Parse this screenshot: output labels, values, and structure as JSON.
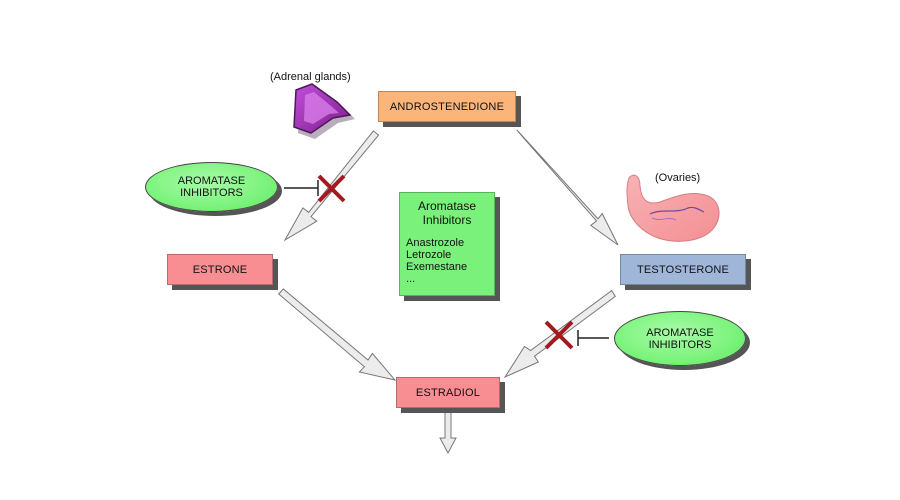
{
  "nodes": {
    "androstenedione": "ANDROSTENEDIONE",
    "estrone": "ESTRONE",
    "testosterone": "TESTOSTERONE",
    "estradiol": "ESTRADIOL"
  },
  "labels": {
    "adrenal": "(Adrenal glands)",
    "ovaries": "(Ovaries)"
  },
  "inhibitors": {
    "left": [
      "AROMATASE",
      "INHIBITORS"
    ],
    "right": [
      "AROMATASE",
      "INHIBITORS"
    ]
  },
  "info_box": {
    "title_line1": "Aromatase",
    "title_line2": "Inhibitors",
    "drugs": [
      "Anastrozole",
      "Letrozole",
      "Exemestane",
      "..."
    ]
  },
  "colors": {
    "androstenedione": "#fbb57a",
    "estrone": "#f88e91",
    "testosterone": "#9fb6d9",
    "estradiol": "#f88e91",
    "inhibitor_ellipse": "#7cf37c",
    "info_box": "#79f17a",
    "block_cross": "#a11a1f"
  }
}
